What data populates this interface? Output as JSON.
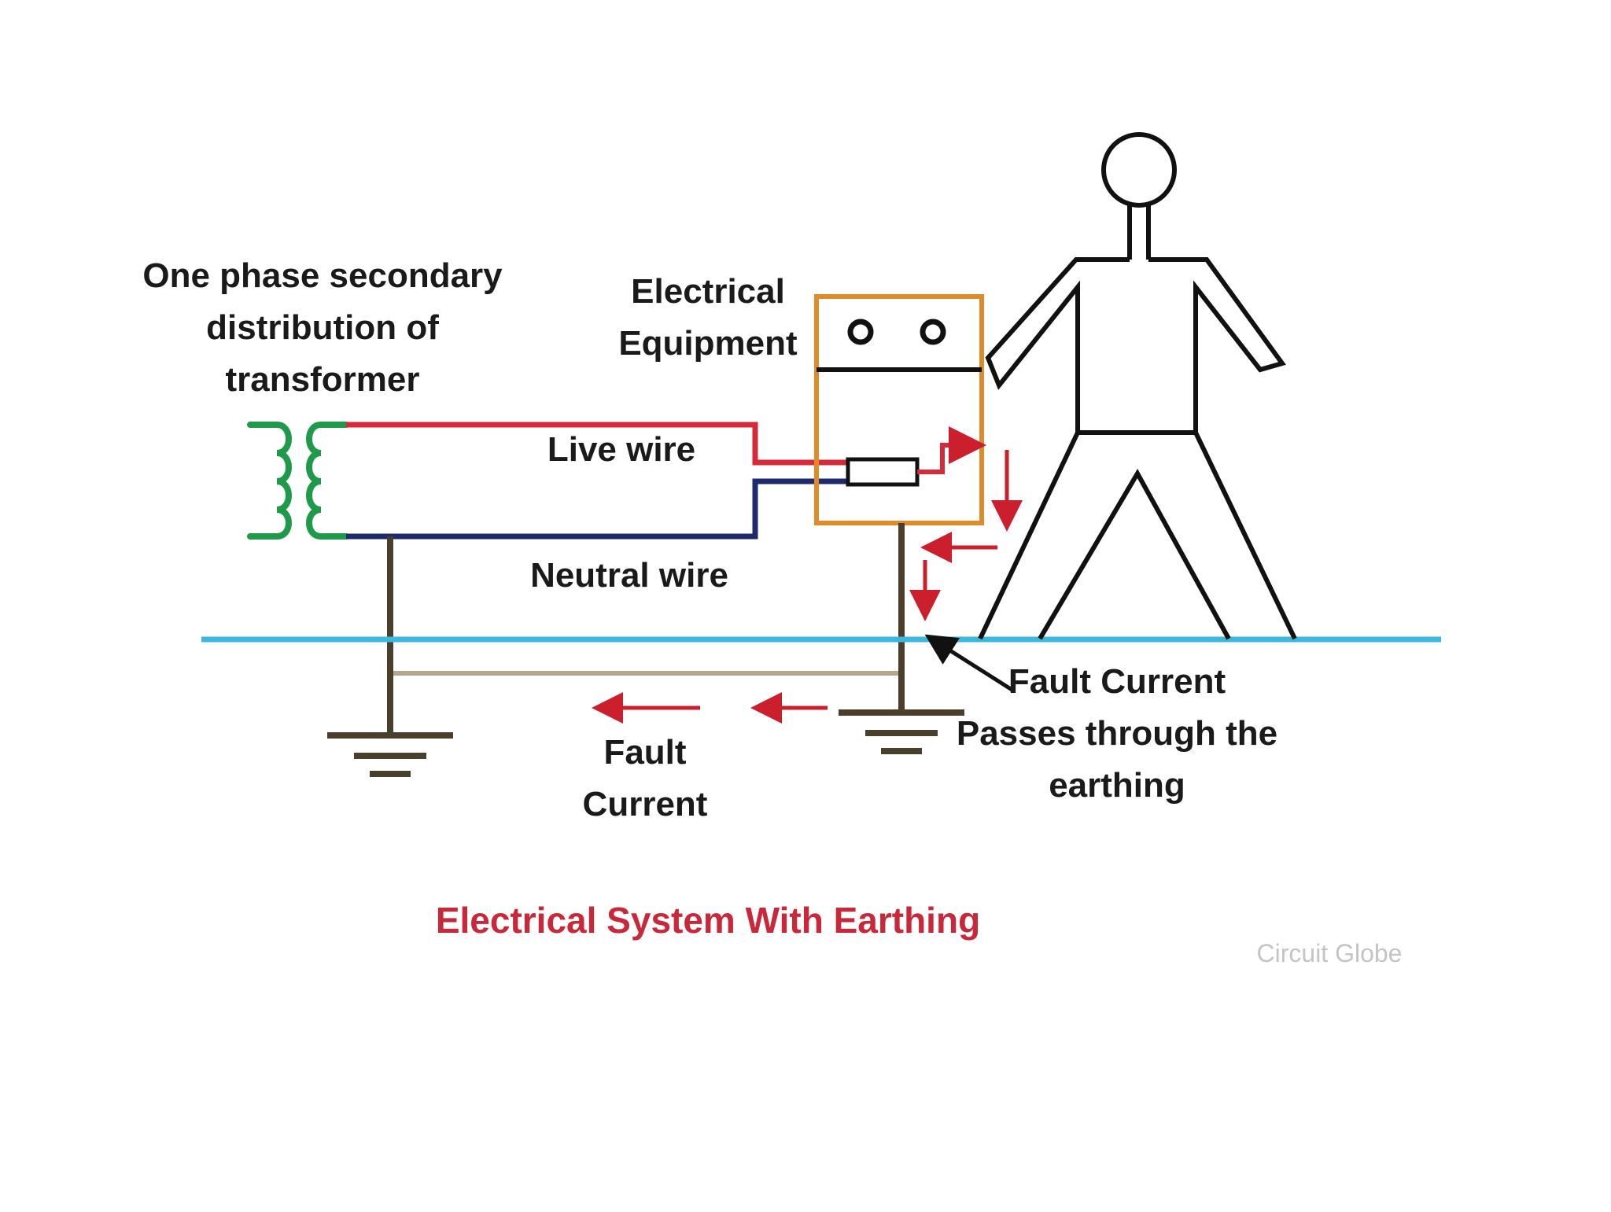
{
  "labels": {
    "transformer": [
      "One phase secondary",
      "distribution of",
      "transformer"
    ],
    "equipment": [
      "Electrical",
      "Equipment"
    ],
    "live_wire": "Live wire",
    "neutral_wire": "Neutral wire",
    "fault_current": [
      "Fault",
      "Current"
    ],
    "fault_path": [
      "Fault Current",
      "Passes through the",
      "earthing"
    ],
    "title": "Electrical System With Earthing",
    "credit": "Circuit Globe"
  },
  "colors": {
    "live": "#d42a3a",
    "neutral": "#1f2a6e",
    "transformer_coil": "#1e9a4a",
    "ground_line": "#3bb8dc",
    "earth_conductor": "#4a3f2c",
    "earth_return": "#b3a98a",
    "equipment_box": "#e08b2a",
    "fault_arrow": "#cc1f2e",
    "figure": "#111111",
    "title": "#c8283a",
    "credit": "#c4c4c4"
  }
}
